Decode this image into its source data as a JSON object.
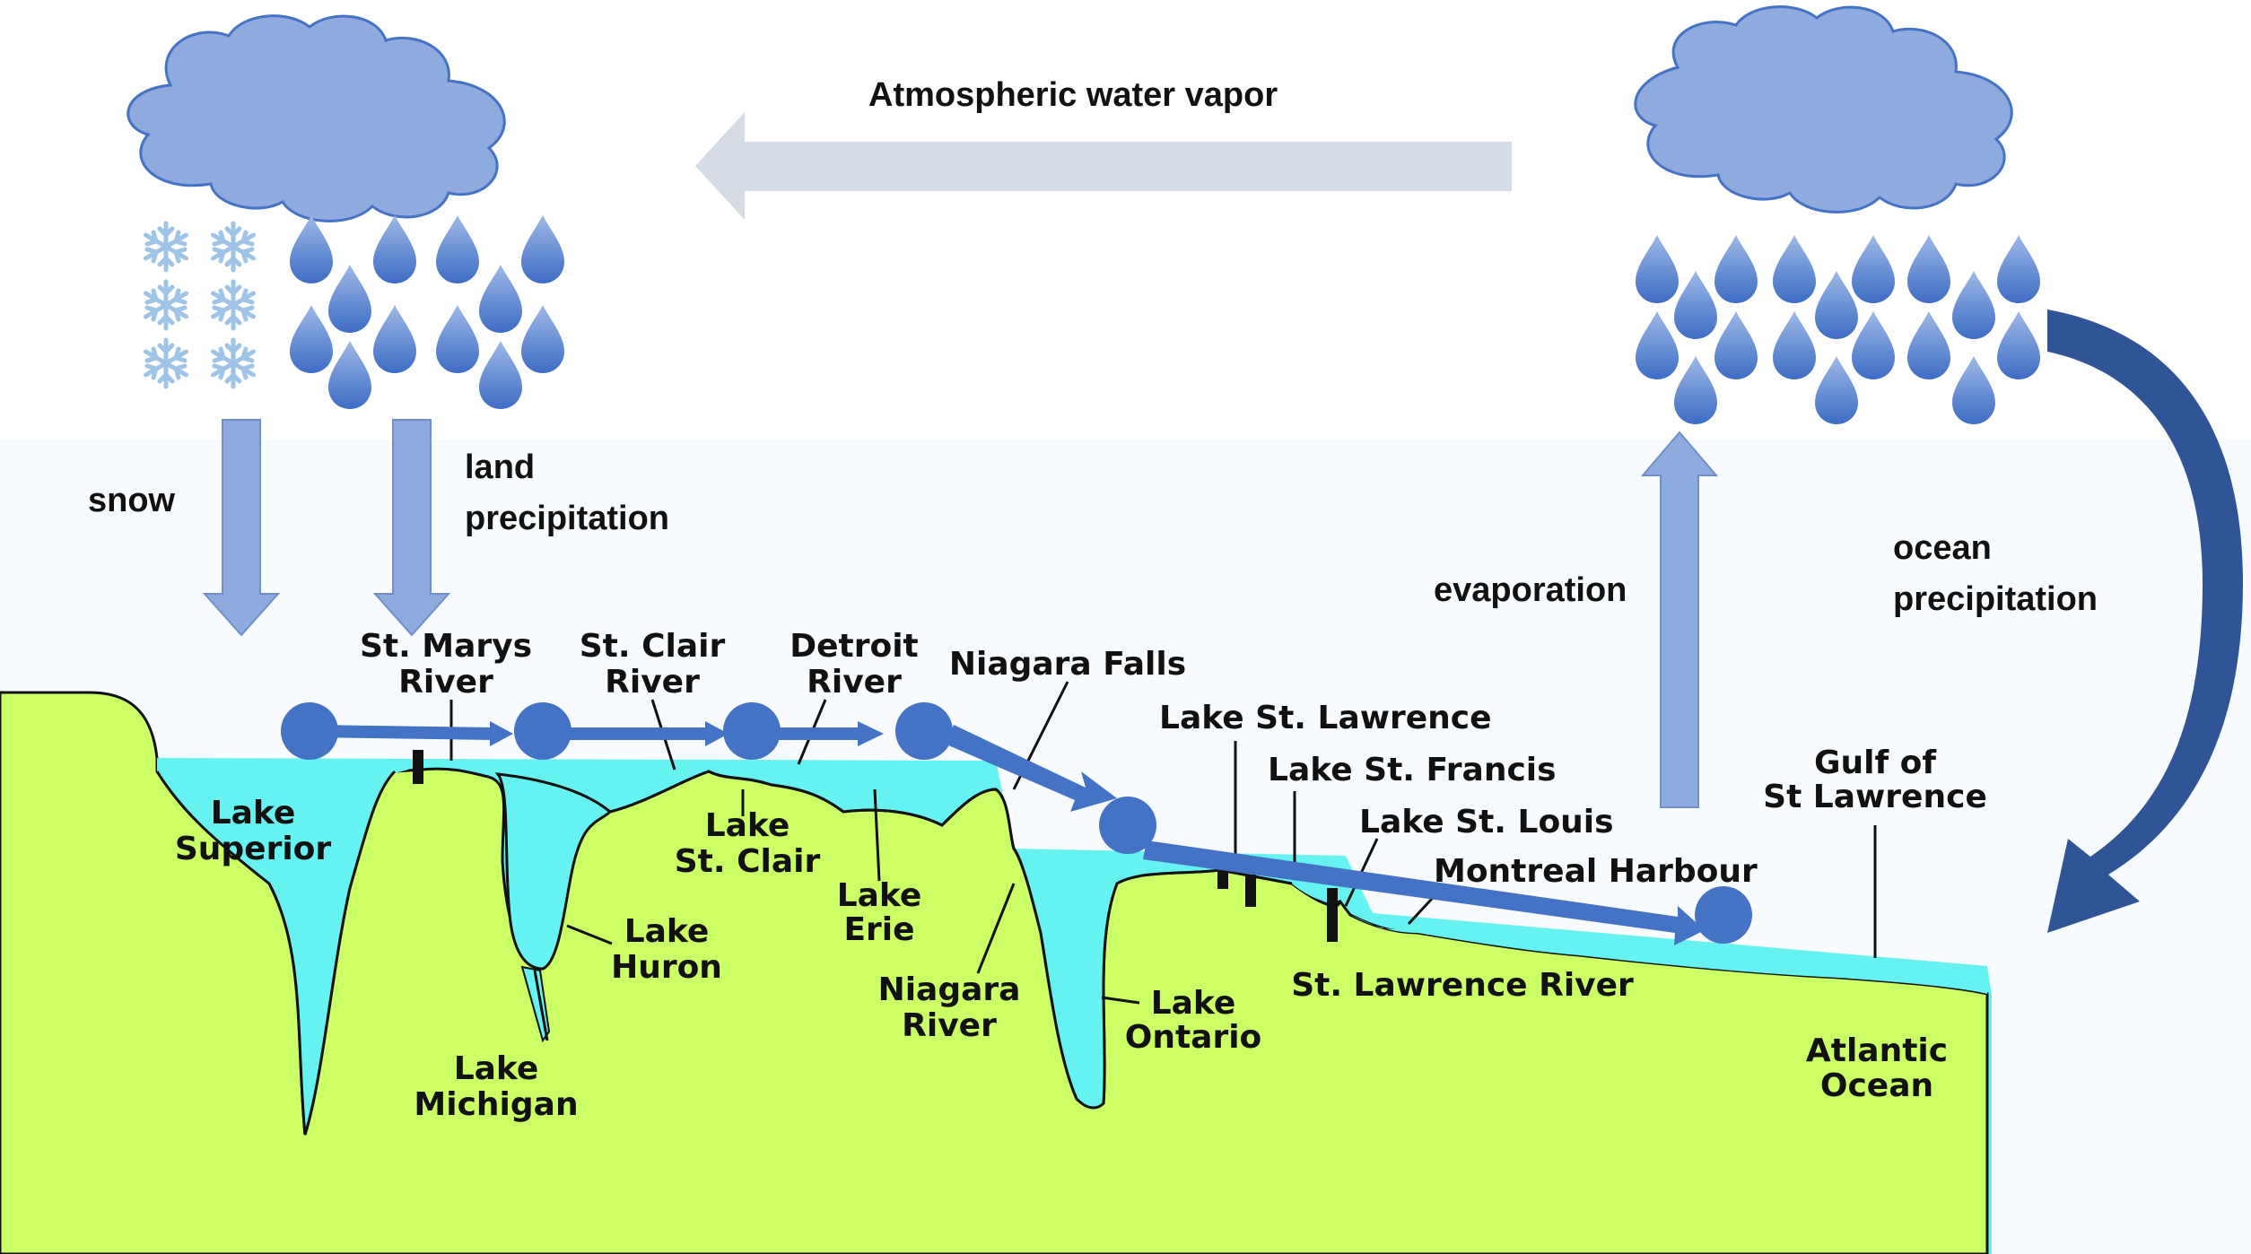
{
  "colors": {
    "cloud": "#8FAADC",
    "cloud_stroke": "#4472C4",
    "land": "#CCFF66",
    "water": "#66F2F0",
    "flow_arrow": "#4472C4",
    "light_arrow": "#8FAADC",
    "vapor_arrow": "#D6DCE5",
    "ocean_arrow": "#2F5597",
    "snowflake": "#9DC3E6",
    "outline": "#111111"
  },
  "icons": {
    "cloud": "cloud-icon",
    "raindrop": "raindrop-icon",
    "snowflake": "snowflake-icon"
  },
  "cycle_labels": {
    "vapor": "Atmospheric water vapor",
    "snow": "snow",
    "land_precip_1": "land",
    "land_precip_2": "precipitation",
    "evaporation": "evaporation",
    "ocean_precip_1": "ocean",
    "ocean_precip_2": "precipitation"
  },
  "map_labels": {
    "st_marys_1": "St. Marys",
    "st_marys_2": "River",
    "st_clair_river_1": "St. Clair",
    "st_clair_river_2": "River",
    "detroit_1": "Detroit",
    "detroit_2": "River",
    "niagara_falls": "Niagara Falls",
    "lake_st_lawrence": "Lake St. Lawrence",
    "lake_st_francis": "Lake St. Francis",
    "lake_st_louis": "Lake St. Louis",
    "montreal": "Montreal Harbour",
    "gulf_1": "Gulf of",
    "gulf_2": "St Lawrence",
    "superior_1": "Lake",
    "superior_2": "Superior",
    "lake_st_clair_1": "Lake",
    "lake_st_clair_2": "St. Clair",
    "erie_1": "Lake",
    "erie_2": "Erie",
    "huron_1": "Lake",
    "huron_2": "Huron",
    "michigan_1": "Lake",
    "michigan_2": "Michigan",
    "niagara_river_1": "Niagara",
    "niagara_river_2": "River",
    "ontario_1": "Lake",
    "ontario_2": "Ontario",
    "st_lawrence_river": "St. Lawrence River",
    "atlantic_1": "Atlantic",
    "atlantic_2": "Ocean"
  }
}
